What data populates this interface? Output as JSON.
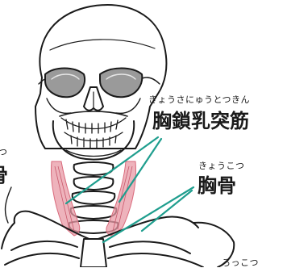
{
  "labels": {
    "scm_reading": "きょうさにゅうとつきん",
    "scm_kanji": "胸鎖乳突筋",
    "sternum_reading": "きょうこつ",
    "sternum_kanji": "胸骨",
    "clavicle_reading": "ろっこつ",
    "left_reading": "つ",
    "left_kanji": "骨"
  },
  "colors": {
    "outline": "#1a1a1a",
    "leader_line": "#1f9e8e",
    "muscle": "#e89aa6",
    "eye_socket": "#9a9a9a"
  }
}
